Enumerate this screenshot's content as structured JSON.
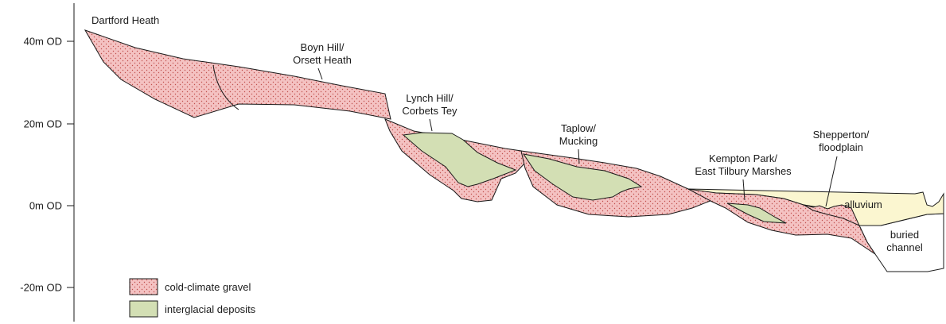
{
  "axis": {
    "ticks": [
      {
        "label": "40m OD",
        "value": 40
      },
      {
        "label": "20m OD",
        "value": 20
      },
      {
        "label": "0m OD",
        "value": 0
      },
      {
        "label": "-20m OD",
        "value": -20
      }
    ]
  },
  "sites": {
    "dartford": {
      "line1": "Dartford Heath"
    },
    "boyn": {
      "line1": "Boyn Hill/",
      "line2": "Orsett Heath"
    },
    "lynch": {
      "line1": "Lynch Hill/",
      "line2": "Corbets Tey"
    },
    "taplow": {
      "line1": "Taplow/",
      "line2": "Mucking"
    },
    "kempton": {
      "line1": "Kempton Park/",
      "line2": "East Tilbury Marshes"
    },
    "shepperton": {
      "line1": "Shepperton/",
      "line2": "floodplain"
    }
  },
  "deposits": {
    "alluvium": "alluvium",
    "buried_channel": {
      "line1": "buried",
      "line2": "channel"
    }
  },
  "legend": {
    "gravel": "cold-climate gravel",
    "interglacial": "interglacial deposits"
  },
  "colors": {
    "gravel_fill": "#f4c2c2",
    "gravel_dot": "#c0504d",
    "interglacial_fill": "#d3dfb4",
    "alluvium_fill": "#fbf6d0"
  }
}
